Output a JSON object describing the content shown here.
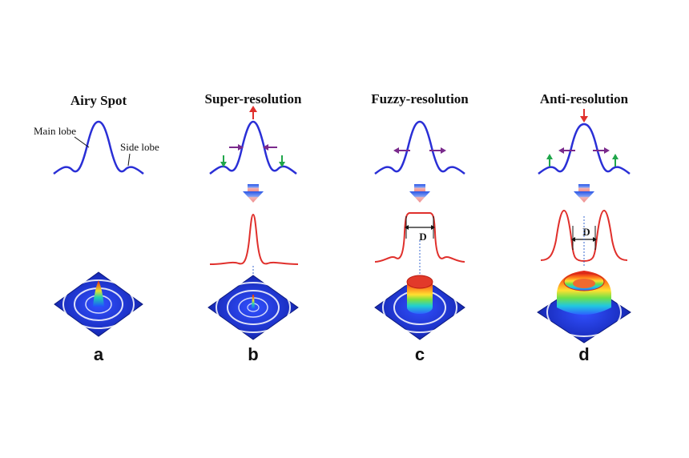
{
  "panels": [
    {
      "id": "a",
      "title": "Airy Spot",
      "label": "a"
    },
    {
      "id": "b",
      "title": "Super-resolution",
      "label": "b"
    },
    {
      "id": "c",
      "title": "Fuzzy-resolution",
      "label": "c"
    },
    {
      "id": "d",
      "title": "Anti-resolution",
      "label": "d"
    }
  ],
  "annotations": {
    "main_lobe": "Main lobe",
    "side_lobe": "Side lobe",
    "width_c": "D",
    "width_d": "D"
  },
  "colors": {
    "profile": "#2a2fd6",
    "modified_profile": "#e0302c",
    "up_arrow": "#e0302c",
    "squeeze_arrow": "#7a2a8c",
    "side_arrow": "#1fa64a",
    "pointer_arrow_top": "#2a55e6",
    "pointer_arrow_bottom": "#f0a0a0",
    "base_plate": "#1b2fc8"
  }
}
